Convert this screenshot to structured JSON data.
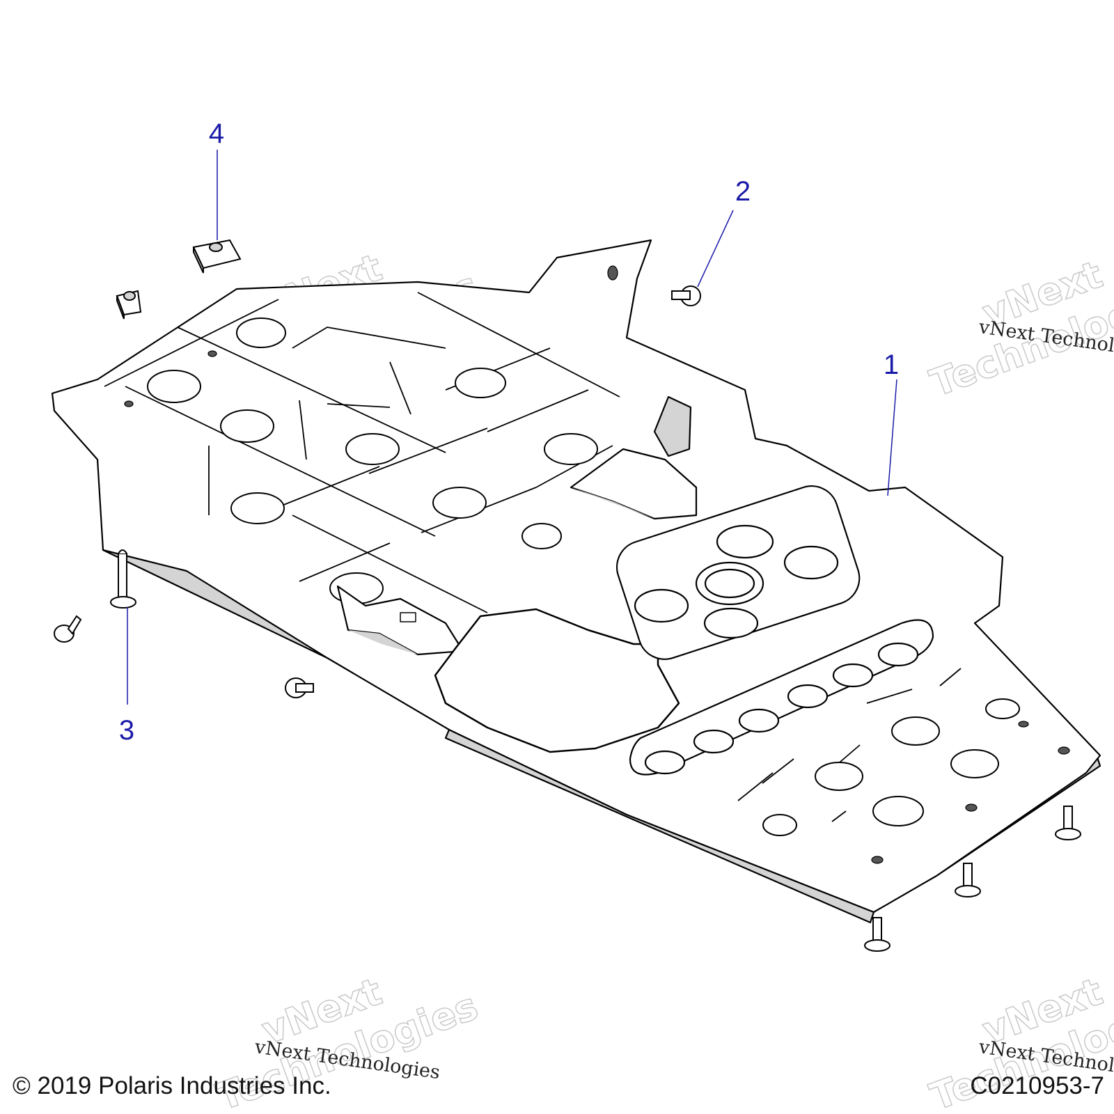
{
  "callouts": [
    {
      "id": "1",
      "label": "1"
    },
    {
      "id": "2",
      "label": "2"
    },
    {
      "id": "3",
      "label": "3"
    },
    {
      "id": "4",
      "label": "4"
    }
  ],
  "watermark": {
    "line_text": "vNext Technologies",
    "outline_top": "vNext",
    "outline_bottom": "Technologies"
  },
  "footer": {
    "copyright": "© 2019 Polaris Industries Inc.",
    "drawing_number": "C0210953-7"
  },
  "colors": {
    "callout": "#1a1aa8",
    "line": "#000000",
    "shade": "#d4d4d4"
  }
}
